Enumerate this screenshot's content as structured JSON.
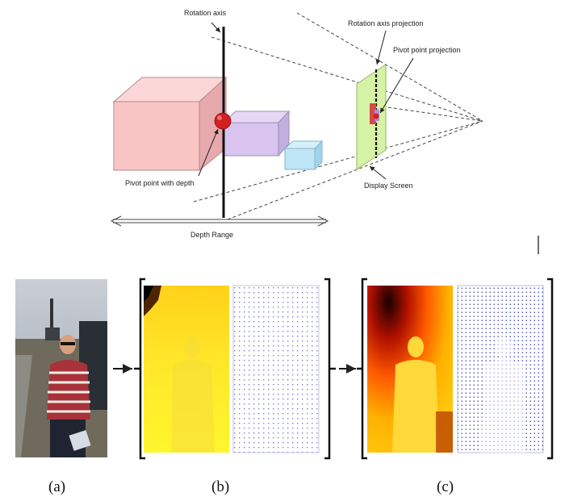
{
  "diagram": {
    "labels": {
      "rotation_axis": "Rotation axis",
      "rotation_axis_projection": "Rotation axis projection",
      "pivot_point_projection": "Pivot point projection",
      "pivot_point_with_depth": "Pivot point with depth",
      "display_screen": "Display Screen",
      "depth_range": "Depth Range"
    },
    "colors": {
      "box_large": "#f8c4c4",
      "box_medium": "#d8c4ee",
      "box_small": "#bfe6f6",
      "screen": "#d6f2a6",
      "pivot": "#d22020"
    }
  },
  "panels": {
    "captions": {
      "a": "(a)",
      "b": "(b)",
      "c": "(c)"
    }
  }
}
